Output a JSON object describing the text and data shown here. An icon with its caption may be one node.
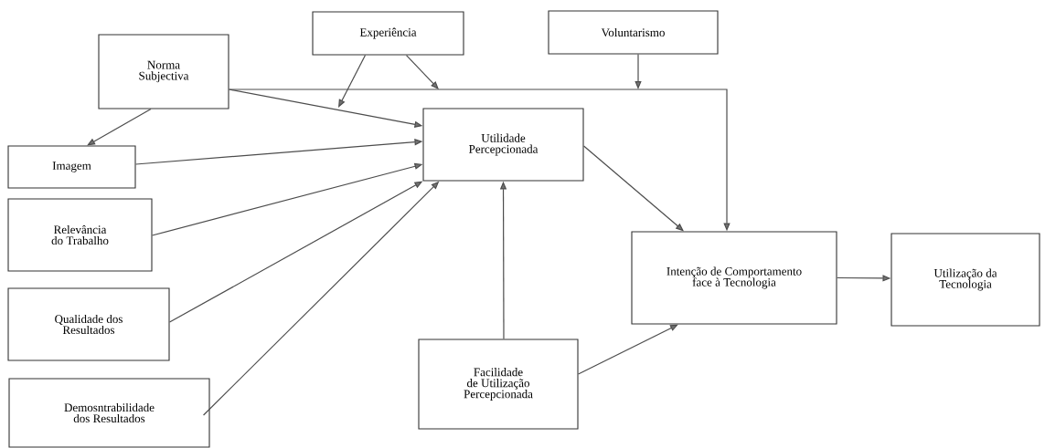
{
  "diagram": {
    "nodes": [
      {
        "text": [
          "Norma Subjectiva"
        ]
      },
      {
        "text": [
          "Experiência"
        ]
      },
      {
        "text": [
          "Voluntarismo"
        ]
      },
      {
        "text": [
          "Utilidade Percepcionada"
        ]
      },
      {
        "text": [
          "Imagem"
        ]
      },
      {
        "text": [
          "Relevância do Trabalho"
        ]
      },
      {
        "text": [
          "Qualidade dos Resultados"
        ]
      },
      {
        "text": [
          "Demosntrabilidade dos Resultados"
        ]
      },
      {
        "text": [
          "Facilidade de Utilização Percepcionada"
        ]
      },
      {
        "text": [
          "Intenção de Comportamento face à Tecnologia"
        ]
      },
      {
        "text": [
          "Utilização da Tecnologia"
        ]
      }
    ],
    "edges": [
      {
        "from": 0,
        "to": 3,
        "arrow": "to"
      },
      {
        "from": 0,
        "to": 9,
        "arrow": "to"
      },
      {
        "from": 0,
        "to": 4,
        "arrow": "to"
      },
      {
        "from": 4,
        "to": 3,
        "arrow": "to"
      },
      {
        "from": 5,
        "to": 3,
        "arrow": "to"
      },
      {
        "from": 6,
        "to": 3,
        "arrow": "to"
      },
      {
        "from": 7,
        "to": 3,
        "arrow": "to"
      },
      {
        "from": 8,
        "to": 3,
        "arrow": "to"
      },
      {
        "from": 8,
        "to": 9,
        "arrow": "to"
      },
      {
        "from": 3,
        "to": 9,
        "arrow": "to"
      },
      {
        "from": 9,
        "to": 10,
        "arrow": "to"
      },
      {
        "from": 1,
        "to": null,
        "arrow": "to"
      },
      {
        "from": 1,
        "to": null,
        "arrow": "to"
      },
      {
        "from": 2,
        "to": null,
        "arrow": "to"
      }
    ]
  }
}
